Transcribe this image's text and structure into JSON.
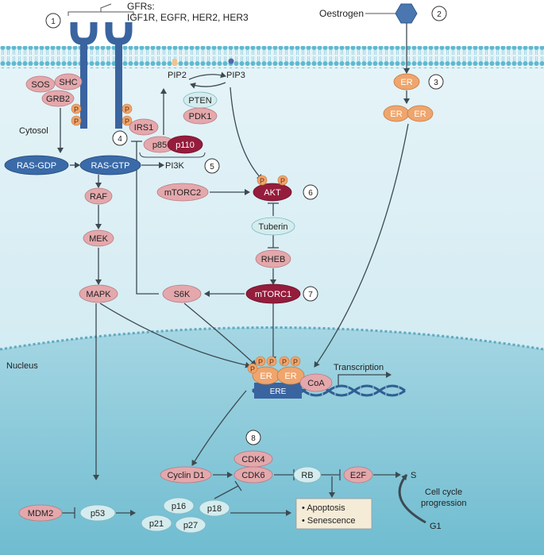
{
  "labels": {
    "gfrs_title": "GFRs:",
    "gfrs_list": "IGF1R, EGFR, HER2, HER3",
    "oestrogen": "Oestrogen",
    "cytosol": "Cytosol",
    "nucleus": "Nucleus",
    "transcription": "Transcription",
    "pip2": "PIP2",
    "pip3": "PIP3",
    "pi3k": "PI3K",
    "cell_cycle_1": "Cell cycle",
    "cell_cycle_2": "progression",
    "s_phase": "S",
    "g1_phase": "G1",
    "phospho": "P"
  },
  "markers": [
    "1",
    "2",
    "3",
    "4",
    "5",
    "6",
    "7",
    "8"
  ],
  "nodes": {
    "sos": "SOS",
    "shc": "SHC",
    "grb2": "GRB2",
    "irs1": "IRS1",
    "p85": "p85",
    "p110": "p110",
    "pten": "PTEN",
    "pdk1": "PDK1",
    "ras_gdp": "RAS-GDP",
    "ras_gtp": "RAS-GTP",
    "raf": "RAF",
    "mek": "MEK",
    "mapk": "MAPK",
    "mtorc2": "mTORC2",
    "akt": "AKT",
    "tuberin": "Tuberin",
    "rheb": "RHEB",
    "mtorc1": "mTORC1",
    "s6k": "S6K",
    "er_single": "ER",
    "er_left": "ER",
    "er_right": "ER",
    "er_nuc_left": "ER",
    "er_nuc_right": "ER",
    "coa": "CoA",
    "ere": "ERE",
    "cyclin_d1": "Cyclin D1",
    "cdk4": "CDK4",
    "cdk6": "CDK6",
    "rb": "RB",
    "e2f": "E2F",
    "mdm2": "MDM2",
    "p53": "p53",
    "p16": "p16",
    "p21": "p21",
    "p27": "p27",
    "p18": "p18",
    "apoptosis": "Apoptosis",
    "senescence": "Senescence"
  },
  "colors": {
    "pink": "#e4a8ac",
    "dark_red": "#951c3c",
    "blue_node": "#3a6aa8",
    "light_teal": "#d4ecee",
    "orange": "#efa56d",
    "receptor": "#3a64a0",
    "nucleus_fill": "#8fcbd9",
    "cytosol_fill": "#ddf1f6"
  }
}
